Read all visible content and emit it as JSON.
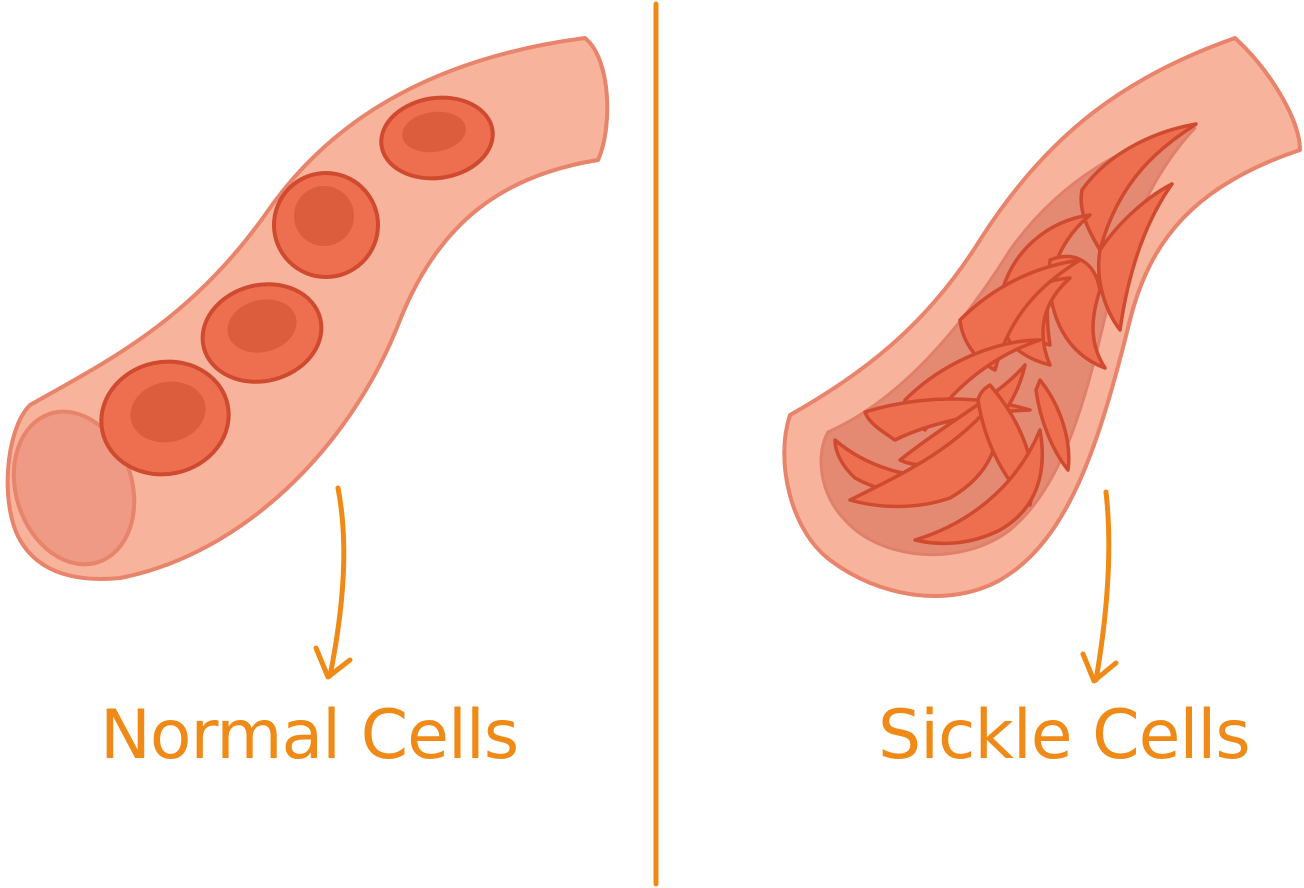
{
  "labels": {
    "normal": "Normal Cells",
    "sickle": "Sickle Cells"
  },
  "colors": {
    "accent": "#ef8a17",
    "vessel_fill": "#f7b39b",
    "vessel_stroke": "#e8846c",
    "vessel_lumen": "#ee9a84",
    "vessel_lumen_dark": "#e58a72",
    "cell_fill": "#ee6f4f",
    "cell_stroke": "#cf4a2f",
    "cell_center": "#dc5c3e",
    "background": "#ffffff"
  },
  "panels": [
    {
      "id": "normal",
      "cell_shape": "round",
      "cell_count": 4
    },
    {
      "id": "sickle",
      "cell_shape": "crescent",
      "cell_count": 12
    }
  ]
}
